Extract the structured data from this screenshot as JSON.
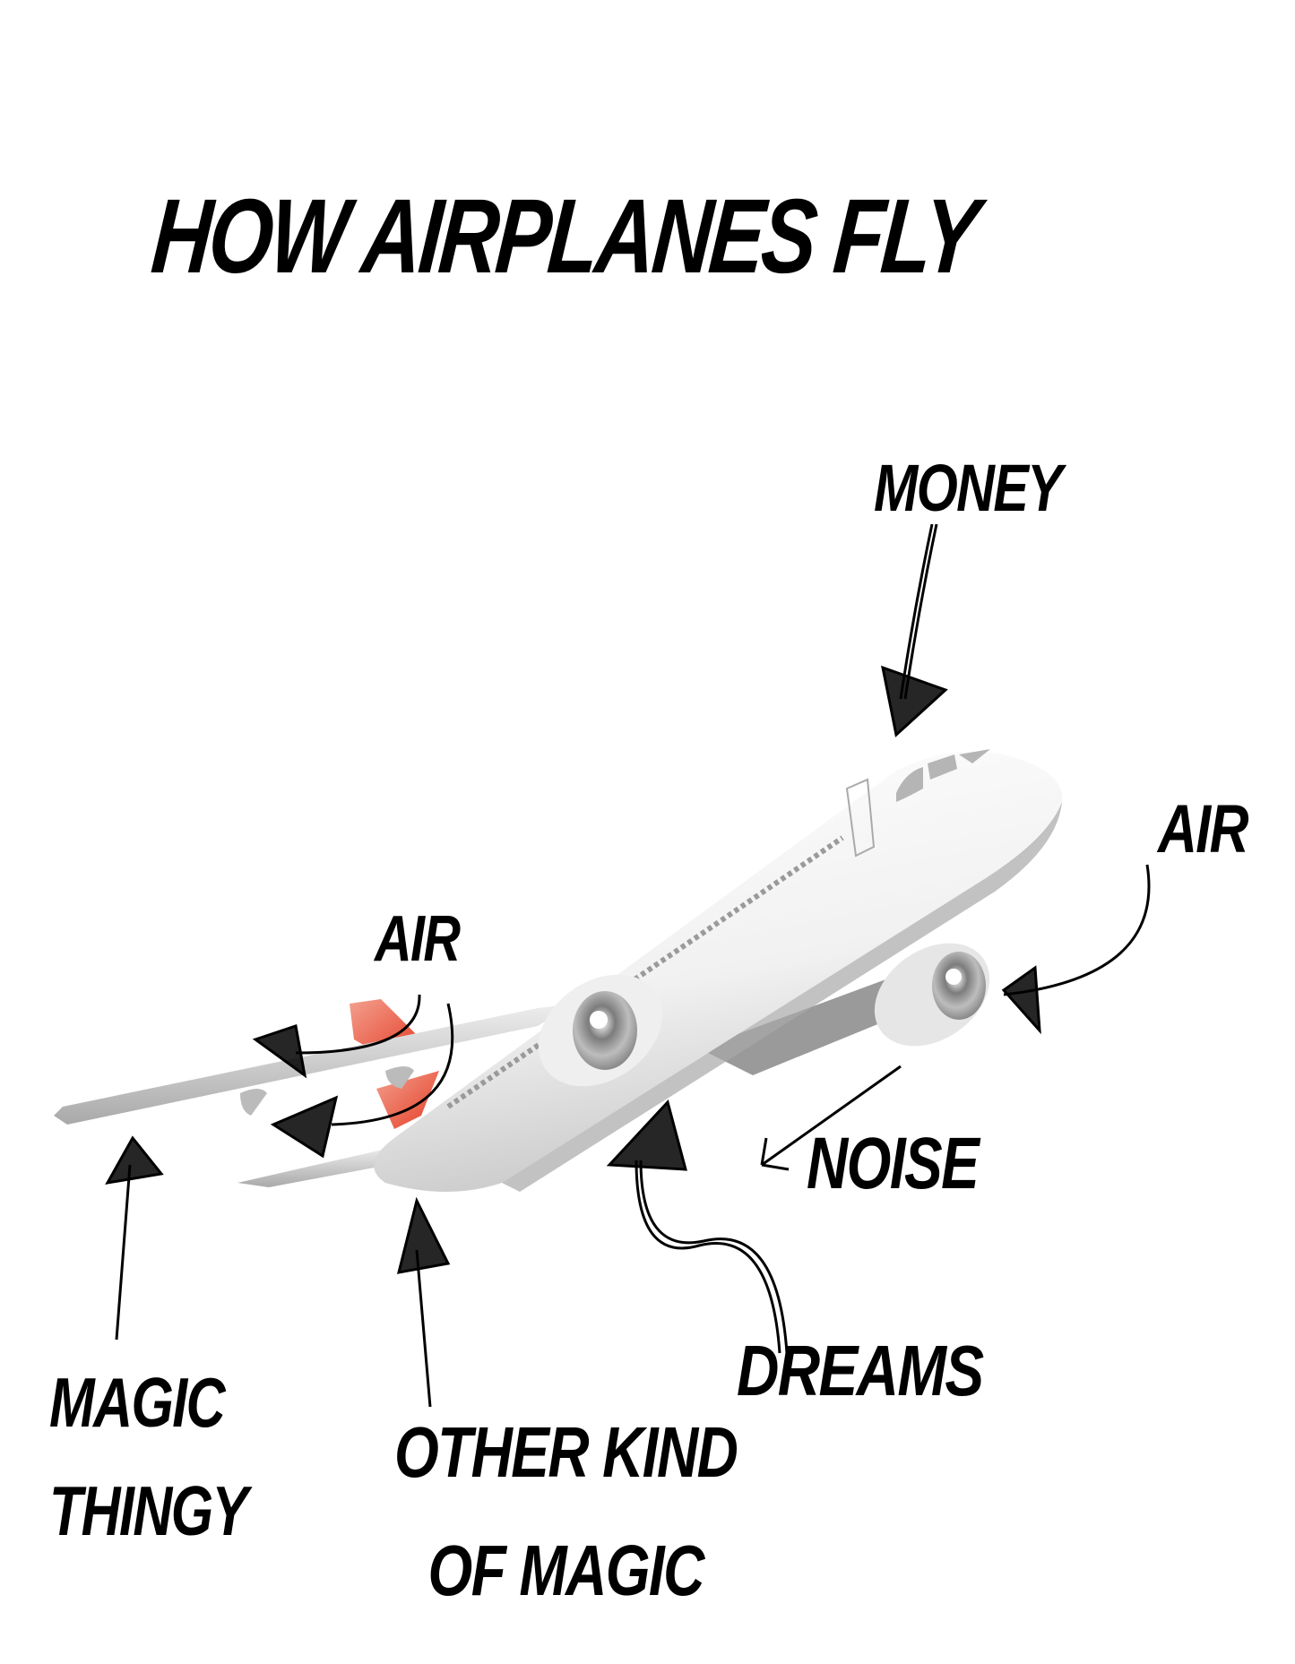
{
  "title": "HOW AIRPLANES FLY",
  "labels": {
    "money": "MONEY",
    "air_right": "AIR",
    "air_left": "AIR",
    "noise": "NOISE",
    "dreams": "DREAMS",
    "magic_thingy_line1": "MAGIC",
    "magic_thingy_line2": "THINGY",
    "other_magic_line1": "OTHER KIND",
    "other_magic_line2": "OF MAGIC"
  },
  "colors": {
    "background": "#ffffff",
    "text": "#000000",
    "fuselage": "#f2f2f2",
    "shadow": "#9a9a9a",
    "tail_accent": "#e8503a"
  },
  "annotations": [
    {
      "label": "MONEY",
      "target": "cockpit"
    },
    {
      "label": "AIR",
      "target": "right-engine-intake"
    },
    {
      "label": "AIR",
      "target": "wing-trailing-edge"
    },
    {
      "label": "NOISE",
      "target": "under-engine"
    },
    {
      "label": "DREAMS",
      "target": "belly"
    },
    {
      "label": "MAGIC THINGY",
      "target": "left-wingtip"
    },
    {
      "label": "OTHER KIND OF MAGIC",
      "target": "tail-underside"
    }
  ]
}
